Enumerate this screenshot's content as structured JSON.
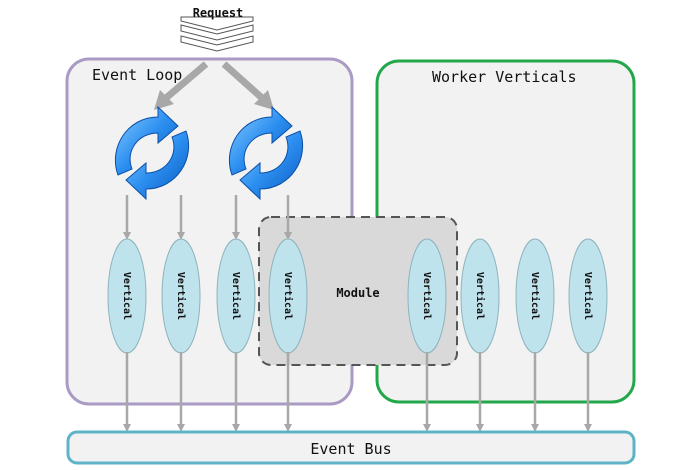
{
  "request_label": "Request",
  "event_loop_title": "Event Loop",
  "worker_title": "Worker Verticals",
  "module_label": "Module",
  "event_bus_label": "Event Bus",
  "vertical_label": "Vertical",
  "colors": {
    "event_loop_border": "#a99bc4",
    "worker_border": "#22a84a",
    "module_border": "#555555",
    "event_bus_border": "#5fb3c6",
    "vertical_fill": "#bfe3ec",
    "arrow": "#a8a8a8",
    "loop_blue": "#1e7de0"
  }
}
